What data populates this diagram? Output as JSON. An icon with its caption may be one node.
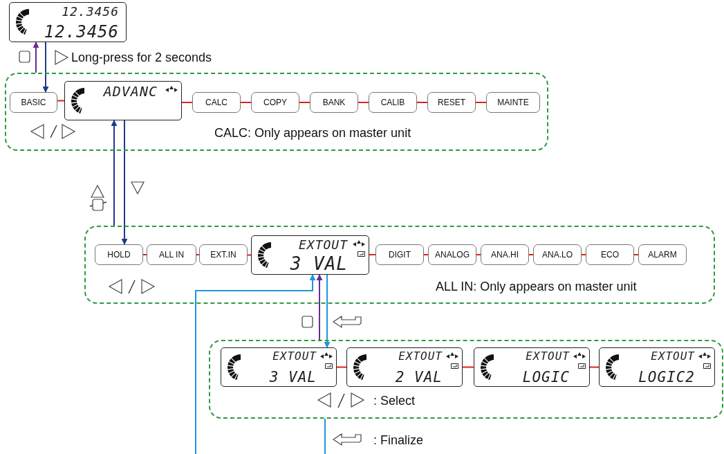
{
  "diagram": {
    "nodes": [
      {
        "text": [
          "12.3456",
          "12.3456"
        ]
      },
      {
        "text": [],
        "shape": "box"
      },
      {
        "text": [
          "BASIC"
        ],
        "in": 1
      },
      {
        "text": [
          "ADVANC"
        ],
        "in": 1
      },
      {
        "text": [
          "CALC"
        ],
        "in": 1
      },
      {
        "text": [
          "COPY"
        ],
        "in": 1
      },
      {
        "text": [
          "BANK"
        ],
        "in": 1
      },
      {
        "text": [
          "CALIB"
        ],
        "in": 1
      },
      {
        "text": [
          "RESET"
        ],
        "in": 1
      },
      {
        "text": [
          "MAINTE"
        ],
        "in": 1
      },
      {
        "text": [],
        "shape": "box"
      },
      {
        "text": [
          "HOLD"
        ],
        "in": 10
      },
      {
        "text": [
          "ALL IN"
        ],
        "in": 10
      },
      {
        "text": [
          "EXT.IN"
        ],
        "in": 10
      },
      {
        "text": [
          "EXTOUT",
          "3 VAL"
        ],
        "in": 10
      },
      {
        "text": [
          "DIGIT"
        ],
        "in": 10
      },
      {
        "text": [
          "ANALOG"
        ],
        "in": 10
      },
      {
        "text": [
          "ANA.HI"
        ],
        "in": 10
      },
      {
        "text": [
          "ANA.LO"
        ],
        "in": 10
      },
      {
        "text": [
          "ECO"
        ],
        "in": 10
      },
      {
        "text": [
          "ALARM"
        ],
        "in": 10
      },
      {
        "text": [],
        "shape": "box"
      },
      {
        "text": [
          "EXTOUT",
          "3 VAL"
        ],
        "in": 21
      },
      {
        "text": [
          "EXTOUT",
          "2 VAL"
        ],
        "in": 21
      },
      {
        "text": [
          "EXTOUT",
          "LOGIC"
        ],
        "in": 21
      },
      {
        "text": [
          "EXTOUT",
          "LOGIC2"
        ],
        "in": 21
      }
    ],
    "edges": [
      {
        "from": 0,
        "to": 2,
        "arrow": "to",
        "color": "#1f3a8a"
      },
      {
        "from": 1,
        "to": 0,
        "arrow": "to",
        "color": "#6a2c91"
      },
      {
        "from": 2,
        "to": 3,
        "arrow": "none"
      },
      {
        "from": 3,
        "to": 4,
        "arrow": "none"
      },
      {
        "from": 4,
        "to": 5,
        "arrow": "none"
      },
      {
        "from": 5,
        "to": 6,
        "arrow": "none"
      },
      {
        "from": 6,
        "to": 7,
        "arrow": "none"
      },
      {
        "from": 7,
        "to": 8,
        "arrow": "none"
      },
      {
        "from": 8,
        "to": 9,
        "arrow": "none"
      },
      {
        "from": 10,
        "to": 3,
        "arrow": "to",
        "color": "#1f3a8a"
      },
      {
        "from": 3,
        "to": 11,
        "arrow": "to",
        "color": "#1f3a8a"
      },
      {
        "from": 11,
        "to": 12,
        "arrow": "none"
      },
      {
        "from": 12,
        "to": 13,
        "arrow": "none"
      },
      {
        "from": 13,
        "to": 14,
        "arrow": "none"
      },
      {
        "from": 14,
        "to": 15,
        "arrow": "none"
      },
      {
        "from": 15,
        "to": 16,
        "arrow": "none"
      },
      {
        "from": 16,
        "to": 17,
        "arrow": "none"
      },
      {
        "from": 17,
        "to": 18,
        "arrow": "none"
      },
      {
        "from": 18,
        "to": 19,
        "arrow": "none"
      },
      {
        "from": 19,
        "to": 20,
        "arrow": "none"
      },
      {
        "from": 21,
        "to": 14,
        "arrow": "to",
        "color": "#6a2c91"
      },
      {
        "from": 14,
        "to": 22,
        "arrow": "to",
        "color": "#1e96dc"
      },
      {
        "from": 22,
        "to": 23,
        "arrow": "none"
      },
      {
        "from": 23,
        "to": 24,
        "arrow": "none"
      },
      {
        "from": 24,
        "to": 25,
        "arrow": "none"
      },
      {
        "from": 21,
        "to": null,
        "arrow": "none",
        "color": "#1e96dc"
      },
      {
        "from": null,
        "to": 14,
        "arrow": "to",
        "color": "#1e96dc"
      }
    ],
    "labels": [
      "Long-press for 2 seconds",
      "CALC: Only appears on master unit",
      "ALL IN: Only appears on master unit",
      ": Select",
      ": Finalize"
    ]
  }
}
